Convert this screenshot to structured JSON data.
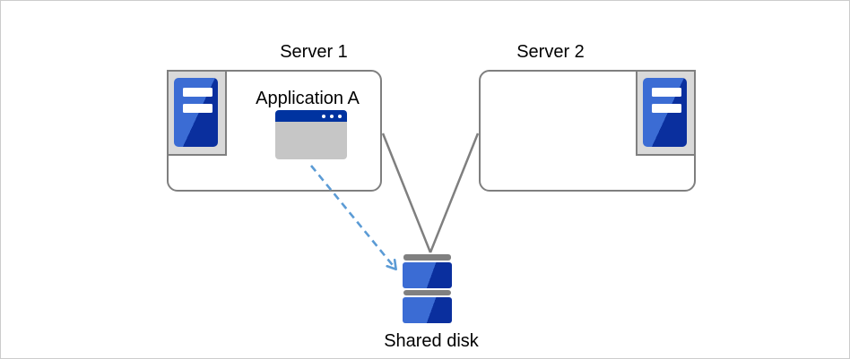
{
  "diagram": {
    "server1": {
      "label": "Server 1",
      "icon": "server-tower-icon",
      "application": {
        "label": "Application A",
        "icon": "application-window-icon"
      }
    },
    "server2": {
      "label": "Server 2",
      "icon": "server-tower-icon"
    },
    "shared_disk": {
      "label": "Shared disk",
      "icon": "stacked-disk-icon"
    },
    "connections": [
      {
        "from": "Server 1",
        "to": "Shared disk",
        "style": "solid-gray-line"
      },
      {
        "from": "Server 2",
        "to": "Shared disk",
        "style": "solid-gray-line"
      },
      {
        "from": "Application A",
        "to": "Shared disk",
        "style": "dashed-blue-arrow"
      }
    ],
    "colors": {
      "background": "#ffffff",
      "page_border": "#cccccc",
      "box_border": "#7f7f7f",
      "connector_gray": "#7f7f7f",
      "icon_panel_gray": "#d9d9d9",
      "server_blue_light": "#3b6cd4",
      "server_blue_dark": "#0a2f9e",
      "app_titlebar_blue": "#0033a0",
      "app_body_gray": "#c6c6c6",
      "disk_bar_gray": "#808080",
      "dashed_arrow_blue": "#5b9bd5",
      "text": "#000000"
    }
  }
}
